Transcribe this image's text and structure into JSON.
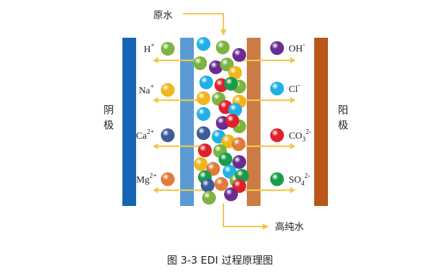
{
  "labels": {
    "raw_water": "原水",
    "pure_water": "高纯水",
    "cathode": "阴极",
    "anode": "阳极",
    "caption": "图 3-3 EDI 过程原理图"
  },
  "cations": [
    {
      "base": "H",
      "sup": "+",
      "color": "green"
    },
    {
      "base": "Na",
      "sup": "+",
      "color": "yellow"
    },
    {
      "base": "Ca",
      "sup": "2+",
      "color": "navy"
    },
    {
      "base": "Mg",
      "sup": "2+",
      "color": "orange"
    }
  ],
  "anions": [
    {
      "base": "OH",
      "sub": "",
      "sup": "-",
      "color": "purple"
    },
    {
      "base": "Cl",
      "sub": "",
      "sup": "-",
      "color": "cyan"
    },
    {
      "base": "CO",
      "sub": "3",
      "sup": "2-",
      "color": "red"
    },
    {
      "base": "SO",
      "sub": "4",
      "sup": "2-",
      "color": "darkgreen"
    }
  ],
  "colors": {
    "cathode_plate": "#1565b5",
    "anode_plate": "#b85618",
    "cation_membrane": "#5b9bd5",
    "anion_membrane": "#cb7c45",
    "flow_arrow": "#f4c64e",
    "ball_green": "#7cb342",
    "ball_yellow": "#f2b61c",
    "ball_navy": "#3d5a99",
    "ball_orange": "#e07b39",
    "ball_purple": "#6a2c91",
    "ball_cyan": "#1fb0e8",
    "ball_red": "#e0202a",
    "ball_darkgreen": "#1a9c4a"
  }
}
